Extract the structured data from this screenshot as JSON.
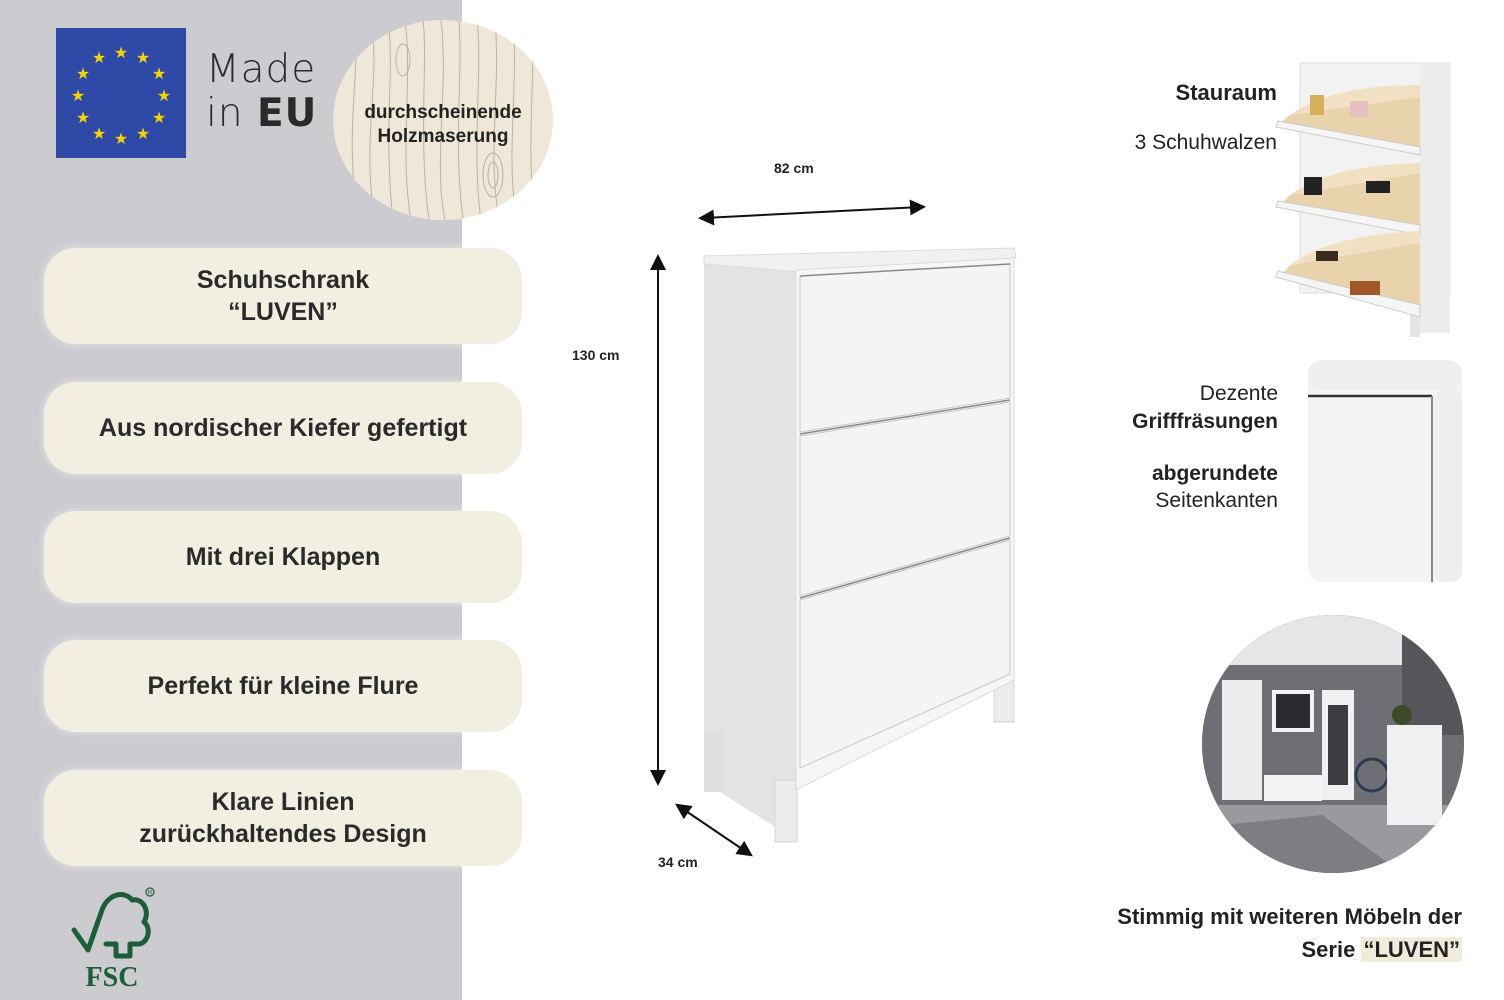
{
  "badges": {
    "made_in_line1": "Made",
    "made_in_line2_prefix": "in ",
    "made_in_line2_bold": "EU",
    "wood_label_line1": "durchscheinende",
    "wood_label_line2": "Holzmaserung",
    "fsc_text": "FSC",
    "fsc_registered": "®"
  },
  "features": [
    {
      "line1": "Schuhschrank",
      "line2": "“LUVEN”"
    },
    {
      "line1": "Aus nordischer Kiefer gefertigt",
      "line2": ""
    },
    {
      "line1": "Mit drei Klappen",
      "line2": ""
    },
    {
      "line1": "Perfekt für kleine Flure",
      "line2": ""
    },
    {
      "line1": "Klare Linien",
      "line2": "zurückhaltendes Design"
    }
  ],
  "dimensions": {
    "width": "82 cm",
    "height": "130 cm",
    "depth": "34 cm"
  },
  "details": {
    "storage_title": "Stauraum",
    "storage_sub": "3 Schuhwalzen",
    "handle_line1": "Dezente",
    "handle_line2": "Grifffräsungen",
    "edges_line1": "abgerundete",
    "edges_line2": "Seitenkanten"
  },
  "series": {
    "caption_line1": "Stimmig mit weiteren Möbeln der",
    "caption_line2_prefix": "Serie ",
    "caption_line2_highlight": "“LUVEN”"
  },
  "colors": {
    "panel_gray": "#cbcbd0",
    "pill_cream": "#f3eee2",
    "eu_blue": "#2f4aa6",
    "eu_star": "#f5d300",
    "fsc_green": "#1d5e3a"
  }
}
